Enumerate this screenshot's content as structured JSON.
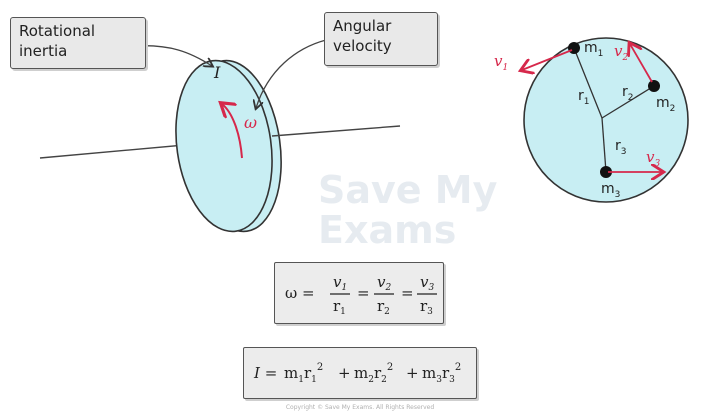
{
  "labels": {
    "rotational_inertia": [
      "Rotational",
      "inertia"
    ],
    "angular_velocity": [
      "Angular",
      "velocity"
    ]
  },
  "disk": {
    "inertia_symbol": "I",
    "omega_symbol": "ω"
  },
  "system": {
    "masses": [
      {
        "name": "m",
        "sub": "1"
      },
      {
        "name": "m",
        "sub": "2"
      },
      {
        "name": "m",
        "sub": "3"
      }
    ],
    "radii": [
      {
        "name": "r",
        "sub": "1"
      },
      {
        "name": "r",
        "sub": "2"
      },
      {
        "name": "r",
        "sub": "3"
      }
    ],
    "velocities": [
      {
        "name": "v",
        "sub": "1"
      },
      {
        "name": "v",
        "sub": "2"
      },
      {
        "name": "v",
        "sub": "3"
      }
    ]
  },
  "formula_1": {
    "lhs": "ω =",
    "fractions": [
      {
        "num": "v",
        "num_sub": "1",
        "den": "r",
        "den_sub": "1"
      },
      {
        "num": "v",
        "num_sub": "2",
        "den": "r",
        "den_sub": "2"
      },
      {
        "num": "v",
        "num_sub": "3",
        "den": "r",
        "den_sub": "3"
      }
    ],
    "equals": "="
  },
  "formula_2": {
    "lhs": "I =",
    "terms": [
      {
        "m": "m",
        "m_sub": "1",
        "r": "r",
        "r_sub": "1",
        "pow": "2"
      },
      {
        "m": "m",
        "m_sub": "2",
        "r": "r",
        "r_sub": "2",
        "pow": "2"
      },
      {
        "m": "m",
        "m_sub": "3",
        "r": "r",
        "r_sub": "3",
        "pow": "2"
      }
    ],
    "plus": "+"
  },
  "watermark": [
    "Save My",
    "Exams"
  ],
  "copyright": "Copyright © Save My Exams. All Rights Reserved",
  "colors": {
    "disk_fill": "#c8eef3",
    "ink": "#333333",
    "accent": "#d6284b",
    "box_fill": "#e9e9e9"
  }
}
